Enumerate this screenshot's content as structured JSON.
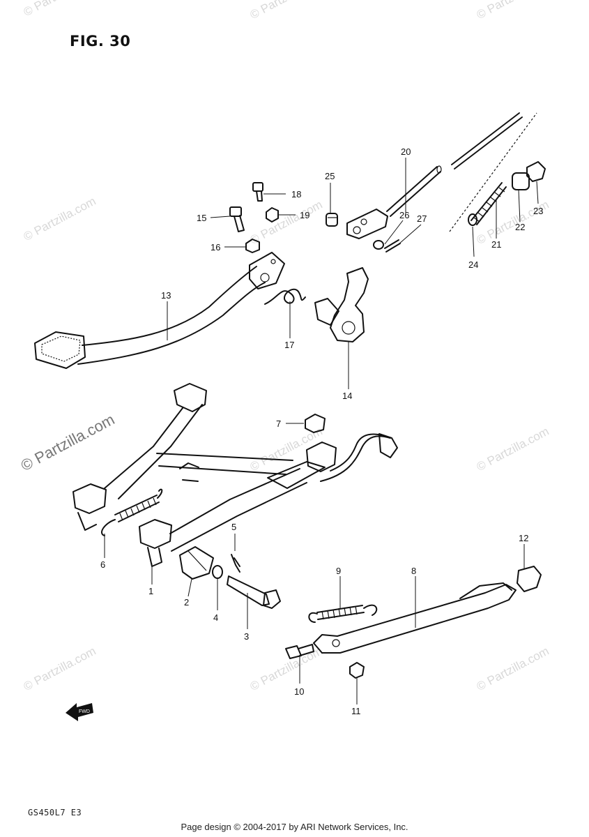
{
  "figure": {
    "title": "FIG. 30",
    "model_code": "GS450L7 E3",
    "footer": "Page design © 2004-2017 by ARI Network Services, Inc.",
    "watermark": "© Partzilla.com",
    "front_arrow_label": "FWD"
  },
  "callouts": {
    "c1": "1",
    "c2": "2",
    "c3": "3",
    "c4": "4",
    "c5": "5",
    "c6": "6",
    "c7": "7",
    "c8": "8",
    "c9": "9",
    "c10": "10",
    "c11": "11",
    "c12": "12",
    "c13": "13",
    "c14": "14",
    "c15": "15",
    "c16": "16",
    "c17": "17",
    "c18": "18",
    "c19": "19",
    "c20": "20",
    "c21": "21",
    "c22": "22",
    "c23": "23",
    "c24": "24",
    "c25": "25",
    "c26": "26",
    "c27": "27"
  }
}
